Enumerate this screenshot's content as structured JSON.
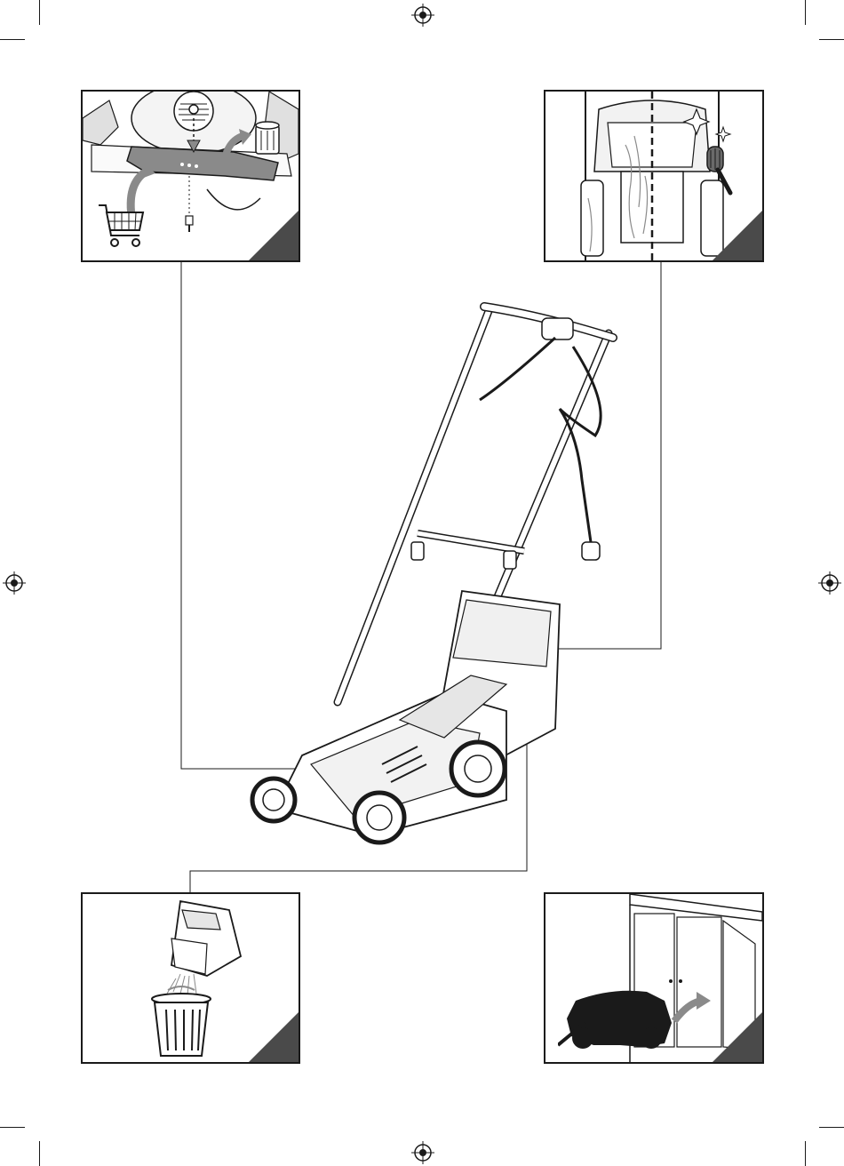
{
  "page": {
    "title": "",
    "panels": [
      {
        "id": "blade-replacement",
        "subject": "blade"
      },
      {
        "id": "cleaning-underside",
        "subject": "cleaning"
      },
      {
        "id": "empty-grass-box",
        "subject": "grass-box"
      },
      {
        "id": "storage-shed",
        "subject": "storage"
      }
    ],
    "icons": [
      "registration-mark-icon",
      "shopping-cart-icon",
      "trash-bin-icon",
      "brush-icon",
      "mower-silhouette-icon"
    ],
    "colors": {
      "line": "#1a1a1a",
      "corner_tab": "#4a4a4a",
      "arrow": "#8a8a8a",
      "silhouette": "#1a1a1a"
    }
  }
}
